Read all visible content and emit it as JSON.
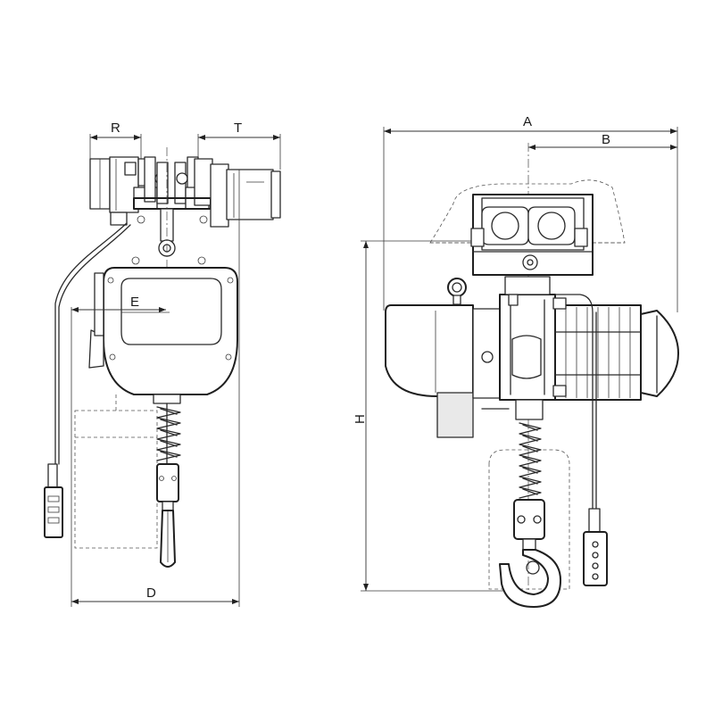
{
  "drawing": {
    "dimension_labels": {
      "R": "R",
      "T": "T",
      "E": "E",
      "D": "D",
      "A": "A",
      "B": "B",
      "H": "H"
    }
  }
}
